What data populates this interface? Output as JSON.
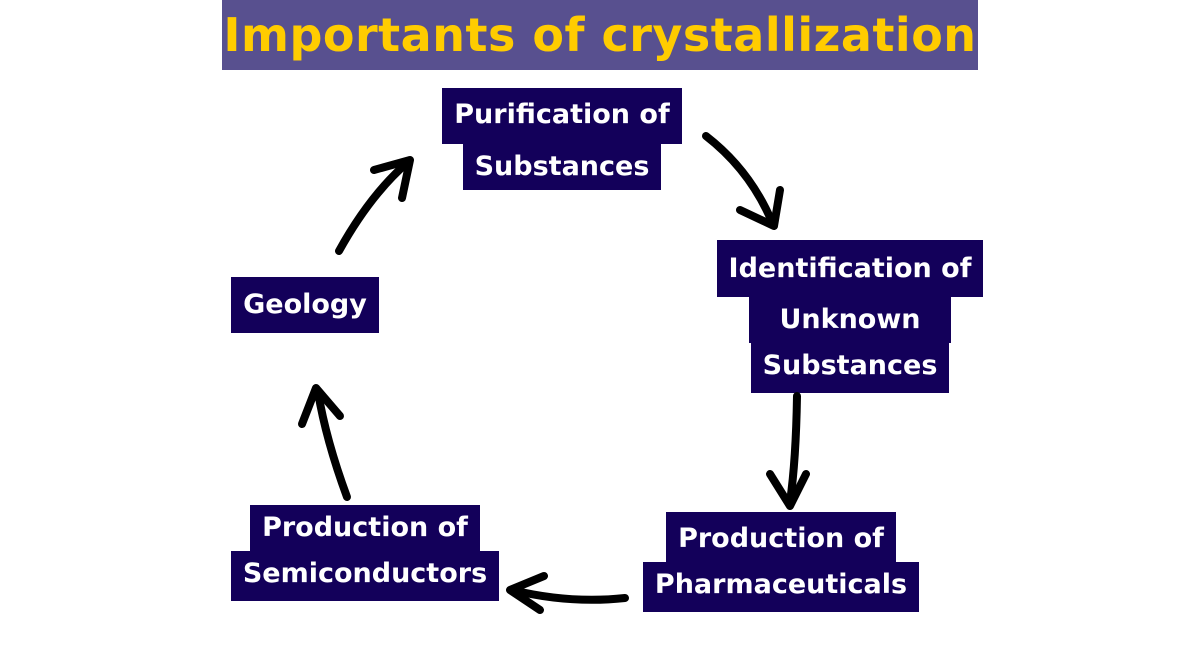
{
  "title": "Importants of crystallization",
  "nodes": {
    "purification": [
      "Purification of",
      "Substances"
    ],
    "identification": [
      "Identification of",
      "Unknown",
      "Substances"
    ],
    "pharmaceuticals": [
      "Production of",
      "Pharmaceuticals"
    ],
    "semiconductors": [
      "Production of",
      "Semiconductors"
    ],
    "geology": [
      "Geology"
    ]
  },
  "colors": {
    "title_bg": "#58508f",
    "title_text": "#ffcc00",
    "box_bg": "#13005a",
    "box_text": "#ffffff",
    "arrow": "#000000"
  }
}
